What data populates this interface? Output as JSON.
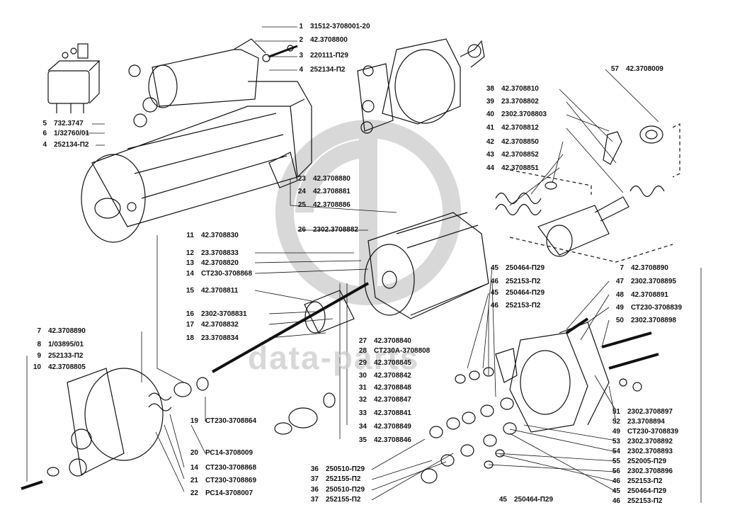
{
  "watermark": {
    "text": "data-parts",
    "logo_color": "#d0d0d0"
  },
  "labels": [
    {
      "num": "1",
      "code": "31512-3708001-20"
    },
    {
      "num": "2",
      "code": "42.3708800"
    },
    {
      "num": "3",
      "code": "220111-П29"
    },
    {
      "num": "4",
      "code": "252134-П2"
    },
    {
      "num": "5",
      "code": "732.3747"
    },
    {
      "num": "6",
      "code": "1/32760/01"
    },
    {
      "num": "4",
      "code": "252134-П2"
    },
    {
      "num": "57",
      "code": "42.3708009"
    },
    {
      "num": "38",
      "code": "42.3708810"
    },
    {
      "num": "39",
      "code": "23.3708802"
    },
    {
      "num": "40",
      "code": "2302.3708803"
    },
    {
      "num": "41",
      "code": "42.3708812"
    },
    {
      "num": "42",
      "code": "42.3708850"
    },
    {
      "num": "43",
      "code": "42.3708852"
    },
    {
      "num": "44",
      "code": "42.3708851"
    },
    {
      "num": "23",
      "code": "42.3708880"
    },
    {
      "num": "24",
      "code": "42.3708881"
    },
    {
      "num": "25",
      "code": "42.3708886"
    },
    {
      "num": "26",
      "code": "2302.3708882"
    },
    {
      "num": "11",
      "code": "42.3708830"
    },
    {
      "num": "12",
      "code": "23.3708833"
    },
    {
      "num": "13",
      "code": "42.3708820"
    },
    {
      "num": "14",
      "code": "СТ230-3708868"
    },
    {
      "num": "15",
      "code": "42.3708811"
    },
    {
      "num": "16",
      "code": "2302-3708831"
    },
    {
      "num": "17",
      "code": "42.3708832"
    },
    {
      "num": "18",
      "code": "23.3708834"
    },
    {
      "num": "45",
      "code": "250464-П29"
    },
    {
      "num": "46",
      "code": "252153-П2"
    },
    {
      "num": "45",
      "code": "250464-П29"
    },
    {
      "num": "46",
      "code": "252153-П2"
    },
    {
      "num": "7",
      "code": "42.3708890"
    },
    {
      "num": "47",
      "code": "2302.3708895"
    },
    {
      "num": "48",
      "code": "42.3708891"
    },
    {
      "num": "49",
      "code": "СТ230-3708839"
    },
    {
      "num": "50",
      "code": "2302.3708898"
    },
    {
      "num": "27",
      "code": "42.3708840"
    },
    {
      "num": "28",
      "code": "СТ230А-3708808"
    },
    {
      "num": "29",
      "code": "42.3708845"
    },
    {
      "num": "30",
      "code": "42.3708842"
    },
    {
      "num": "31",
      "code": "42.3708848"
    },
    {
      "num": "32",
      "code": "42.3708847"
    },
    {
      "num": "33",
      "code": "42.3708841"
    },
    {
      "num": "34",
      "code": "42.3708849"
    },
    {
      "num": "35",
      "code": "42.3708846"
    },
    {
      "num": "7",
      "code": "42.3708890"
    },
    {
      "num": "8",
      "code": "1/03895/01"
    },
    {
      "num": "9",
      "code": "252133-П2"
    },
    {
      "num": "10",
      "code": "42.3708805"
    },
    {
      "num": "19",
      "code": "СТ230-3708864"
    },
    {
      "num": "20",
      "code": "РС14-3708009"
    },
    {
      "num": "14",
      "code": "СТ230-3708868"
    },
    {
      "num": "21",
      "code": "СТ230-3708869"
    },
    {
      "num": "22",
      "code": "РС14-3708007"
    },
    {
      "num": "51",
      "code": "2302.3708897"
    },
    {
      "num": "52",
      "code": "23.3708894"
    },
    {
      "num": "49",
      "code": "СТ230-3708839"
    },
    {
      "num": "53",
      "code": "2302.3708892"
    },
    {
      "num": "54",
      "code": "2302.3708893"
    },
    {
      "num": "55",
      "code": "252005-П29"
    },
    {
      "num": "56",
      "code": "2302.3708896"
    },
    {
      "num": "46",
      "code": "252153-П2"
    },
    {
      "num": "45",
      "code": "250464-П29"
    },
    {
      "num": "46",
      "code": "252153-П2"
    },
    {
      "num": "36",
      "code": "250510-П29"
    },
    {
      "num": "37",
      "code": "252155-П2"
    },
    {
      "num": "36",
      "code": "250510-П29"
    },
    {
      "num": "37",
      "code": "252155-П2"
    },
    {
      "num": "45",
      "code": "250464-П29"
    }
  ]
}
